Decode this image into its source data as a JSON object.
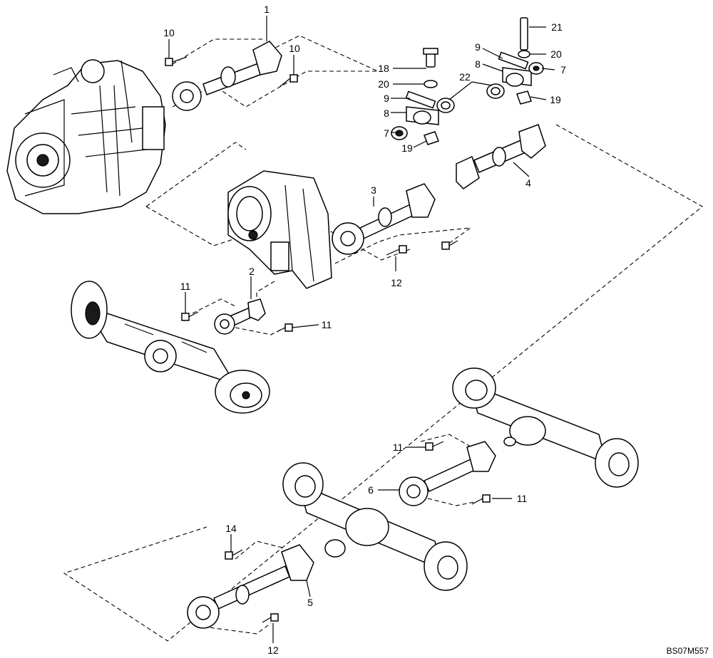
{
  "diagram": {
    "drawing_code": "BS07M557",
    "callouts": [
      "1",
      "2",
      "3",
      "4",
      "5",
      "6",
      "7",
      "7",
      "8",
      "8",
      "9",
      "9",
      "10",
      "10",
      "11",
      "11",
      "11",
      "11",
      "12",
      "12",
      "14",
      "18",
      "19",
      "19",
      "20",
      "20",
      "21",
      "22"
    ]
  }
}
